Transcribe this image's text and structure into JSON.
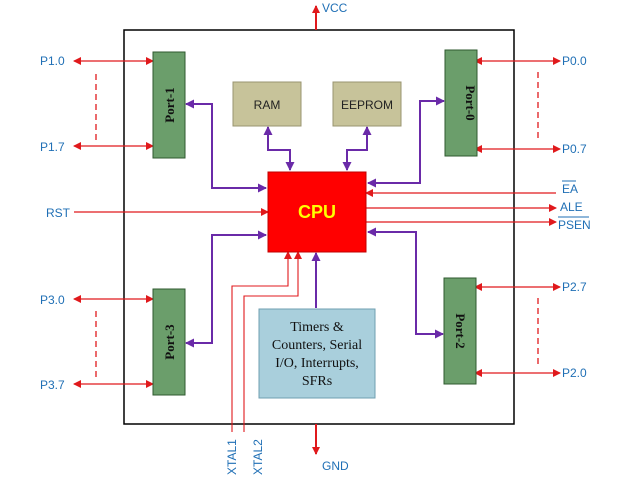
{
  "power": {
    "top": "VCC",
    "bottom": "GND"
  },
  "cpu": {
    "label": "CPU"
  },
  "memory": {
    "ram": "RAM",
    "eeprom": "EEPROM"
  },
  "ports": {
    "p0": "Port-0",
    "p1": "Port-1",
    "p2": "Port-2",
    "p3": "Port-3"
  },
  "pins": {
    "p1_first": "P1.0",
    "p1_last": "P1.7",
    "p3_first": "P3.0",
    "p3_last": "P3.7",
    "p0_first": "P0.0",
    "p0_last": "P0.7",
    "p2_first": "P2.7",
    "p2_last": "P2.0",
    "rst": "RST",
    "ea": "EA",
    "ale": "ALE",
    "psen": "PSEN",
    "xtal1": "XTAL1",
    "xtal2": "XTAL2"
  },
  "peripherals": {
    "lines": [
      "Timers &",
      "Counters, Serial",
      "I/O, Interrupts,",
      "SFRs"
    ]
  },
  "colors": {
    "port_fill": "#6b9e6b",
    "memory_fill": "#c7c39a",
    "cpu_fill": "#ff0000",
    "peripheral_fill": "#a9cfdc",
    "signal_red": "#e0191c",
    "bus_purple": "#6a2aa8",
    "label_blue": "#1f6fb5"
  }
}
